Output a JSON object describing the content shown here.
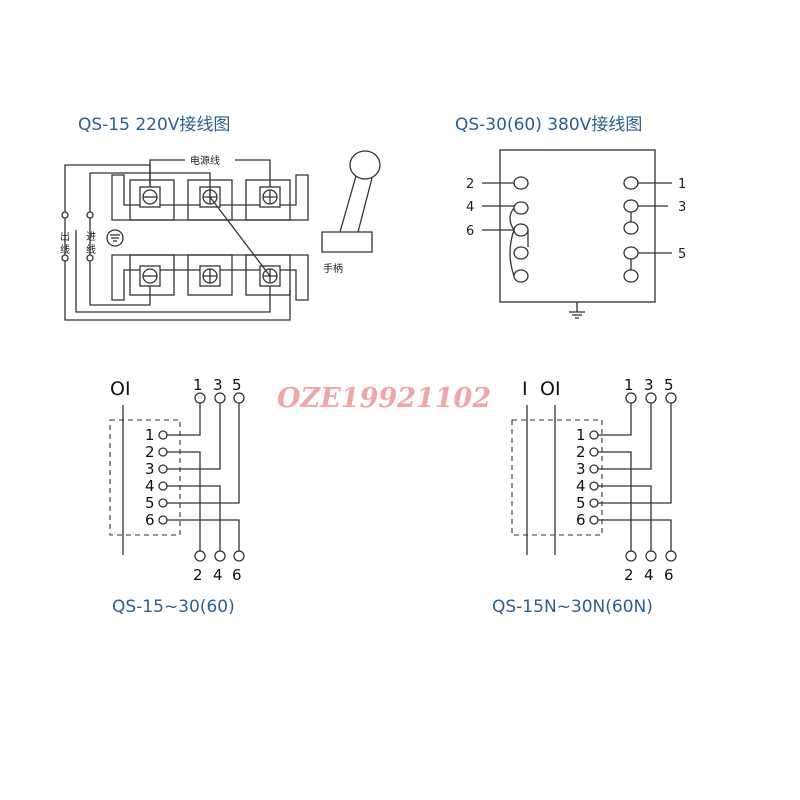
{
  "titles": {
    "qs15_220": "QS-15  220V接线图",
    "qs30_380": "QS-30(60)  380V接线图",
    "qs15_30": "QS-15~30(60)",
    "qs15n_30n": "QS-15N~30N(60N)"
  },
  "diagram_a": {
    "power_line": "电源线",
    "out_line_1": "出",
    "out_line_2": "线",
    "in_line_1": "进",
    "in_line_2": "线",
    "handle": "手柄"
  },
  "diagram_b": {
    "left_labels": [
      "2",
      "4",
      "6"
    ],
    "right_labels": [
      "1",
      "3",
      "5"
    ]
  },
  "switch_symbols": {
    "left": "OI",
    "right_1": "I",
    "right_2": "OI"
  },
  "contact_numbers": [
    "1",
    "2",
    "3",
    "4",
    "5",
    "6"
  ],
  "top_terminals": [
    "1",
    "3",
    "5"
  ],
  "bottom_terminals": [
    "2",
    "4",
    "6"
  ],
  "watermark": "OZE19921102"
}
